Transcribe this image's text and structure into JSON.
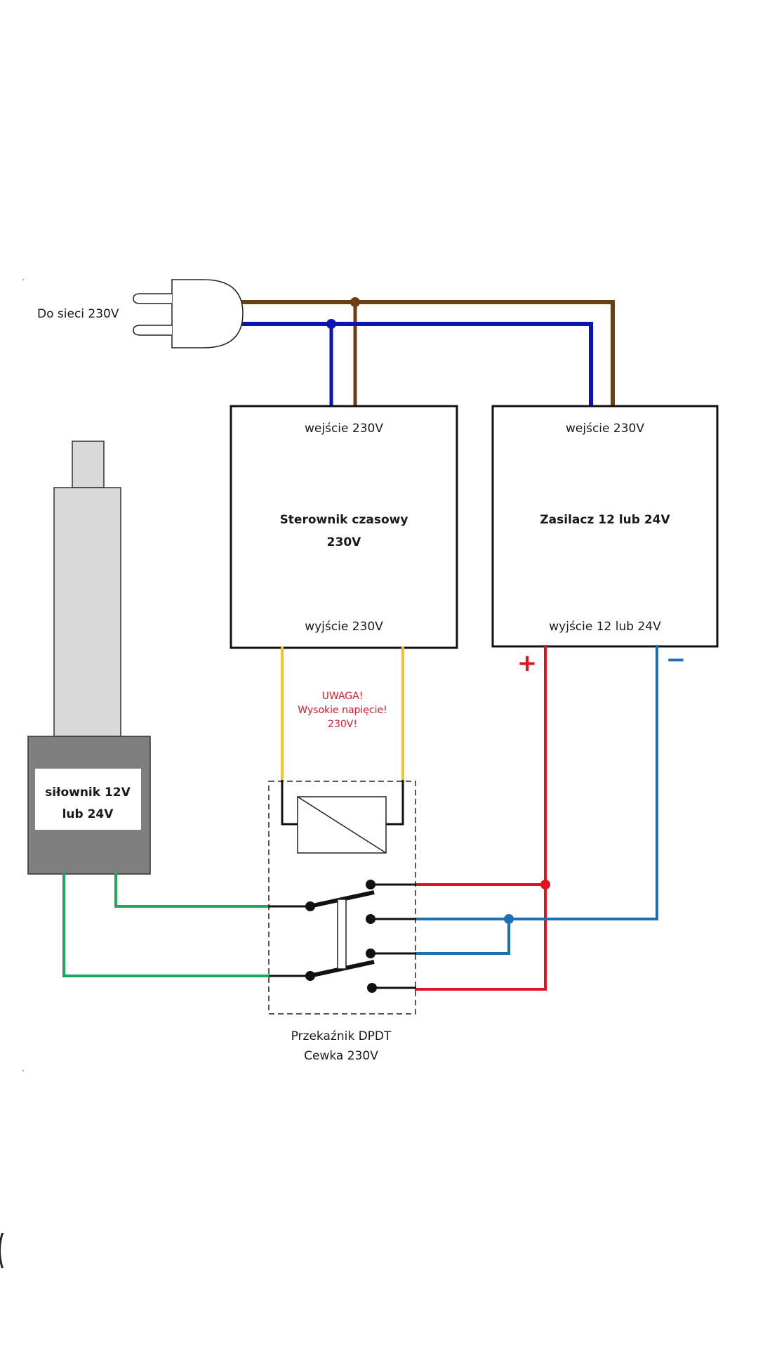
{
  "diagram": {
    "plug": {
      "label": "Do sieci 230V",
      "icon": "mains-plug-icon"
    },
    "timer_controller": {
      "input_label": "wejście 230V",
      "title_line1": "Sterownik czasowy",
      "title_line2": "230V",
      "output_label": "wyjście 230V"
    },
    "power_supply": {
      "input_label": "wejście 230V",
      "title": "Zasilacz 12 lub 24V",
      "output_label": "wyjście 12 lub 24V",
      "plus_symbol": "+",
      "minus_symbol": "−"
    },
    "actuator": {
      "label_line1": "siłownik 12V",
      "label_line2": "lub 24V"
    },
    "warning": {
      "line1": "UWAGA!",
      "line2": "Wysokie napięcie!",
      "line3": "230V!"
    },
    "relay": {
      "label_line1": "Przekaźnik DPDT",
      "label_line2": "Cewka 230V"
    },
    "wire_colors": {
      "live_brown": "#6b3f14",
      "neutral_blue": "#0a14b0",
      "coil_yellow": "#f2c230",
      "positive_red": "#e0141e",
      "negative_blue": "#1f6fb5",
      "motor_green": "#1fa65a"
    },
    "component_colors": {
      "actuator_rod": "#d9d9d9",
      "actuator_body": "#7f7f7f"
    }
  }
}
